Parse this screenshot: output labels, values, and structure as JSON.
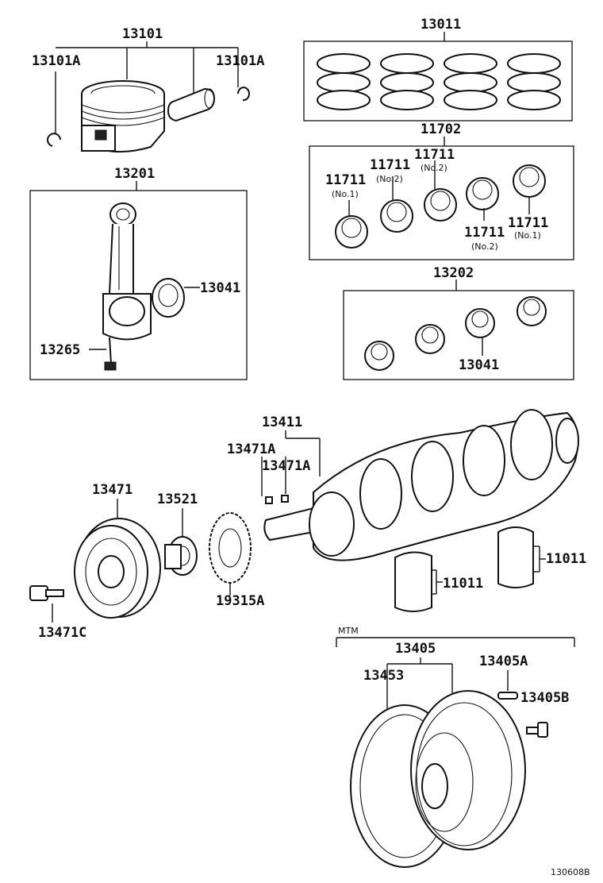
{
  "labels": {
    "piston_set": "13101",
    "snap_ring_left": "13101A",
    "snap_ring_right": "13101A",
    "ring_set": "13011",
    "main_bearing_set": "11702",
    "bearing_no2_a": "11711",
    "bearing_no2_a_sub": "(No.2)",
    "bearing_no2_b": "11711",
    "bearing_no2_b_sub": "(No.2)",
    "bearing_no1_left": "11711",
    "bearing_no1_left_sub": "(No.1)",
    "bearing_no2_c": "11711",
    "bearing_no2_c_sub": "(No.2)",
    "bearing_no1_right": "11711",
    "bearing_no1_right_sub": "(No.1)",
    "conrod_assy": "13201",
    "conrod_bearing": "13041",
    "conrod_bolt": "13265",
    "conrod_bearing_set": "13202",
    "conrod_bearing_set_item": "13041",
    "crankshaft": "13411",
    "key_left": "13471A",
    "key_right": "13471A",
    "pulley": "13471",
    "timing_gear": "13521",
    "signal_plate": "19315A",
    "thrust_washer_right": "11011",
    "thrust_washer_lower": "11011",
    "pulley_bolt": "13471C",
    "variant_tag": "MTM",
    "flywheel_assy": "13405",
    "ring_gear": "13453",
    "flywheel_pin": "13405A",
    "flywheel_bolt": "13405B",
    "diagram_code": "130608B"
  }
}
